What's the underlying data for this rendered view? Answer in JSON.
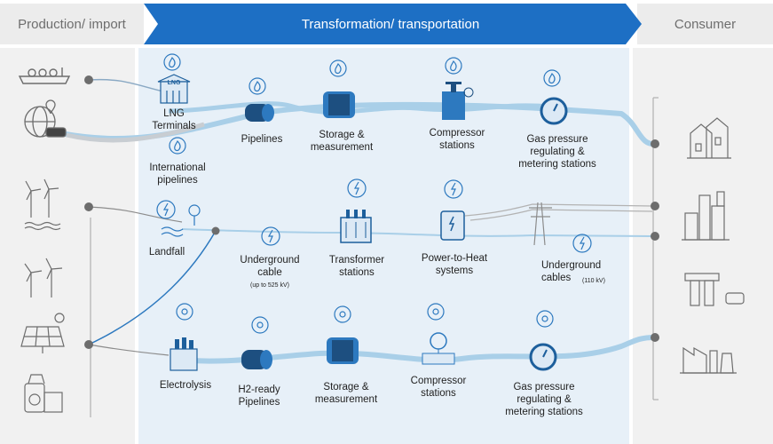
{
  "header": {
    "left": "Production/ import",
    "middle": "Transformation/ transportation",
    "right": "Consumer"
  },
  "row1": {
    "lng_terminals": "LNG\nTerminals",
    "lng_sign": "LNG",
    "international_pipelines": "International\npipelines",
    "pipelines": "Pipelines",
    "storage": "Storage &\nmeasurement",
    "compressor": "Compressor\nstations",
    "gas_pressure": "Gas pressure\nregulating &\nmetering stations"
  },
  "row2": {
    "landfall": "Landfall",
    "underground_cable": "Underground\ncable",
    "underground_cable_note": "(up to 525 kV)",
    "transformer": "Transformer\nstations",
    "power_to_heat": "Power-to-Heat\nsystems",
    "underground_cables": "Underground\ncables",
    "underground_cables_note": "(110 kV)"
  },
  "row3": {
    "electrolysis": "Electrolysis",
    "h2_pipelines": "H2-ready\nPipelines",
    "storage": "Storage &\nmeasurement",
    "compressor": "Compressor\nstations",
    "gas_pressure": "Gas pressure\nregulating &\nmetering stations"
  },
  "colors": {
    "accent": "#1d6fc4",
    "pipe_light": "#a9cfe8",
    "pipe_dark": "#2d79bf",
    "column_gray": "#f1f1f1",
    "column_blue": "#e7f0f8",
    "icon_gray": "#6d6d6d"
  },
  "icons": [
    "ship-icon",
    "globe-pipe-icon",
    "wind-turbine-icon",
    "solar-panel-icon",
    "biogas-plant-icon",
    "lng-terminal-icon",
    "pipe-icon",
    "storage-tank-icon",
    "compressor-valve-icon",
    "pressure-gauge-icon",
    "transformer-icon",
    "power-to-heat-icon",
    "power-pylon-icon",
    "houses-icon",
    "city-icon",
    "gas-station-icon",
    "factory-icon",
    "flame-icon",
    "lightning-icon",
    "hydrogen-icon"
  ]
}
